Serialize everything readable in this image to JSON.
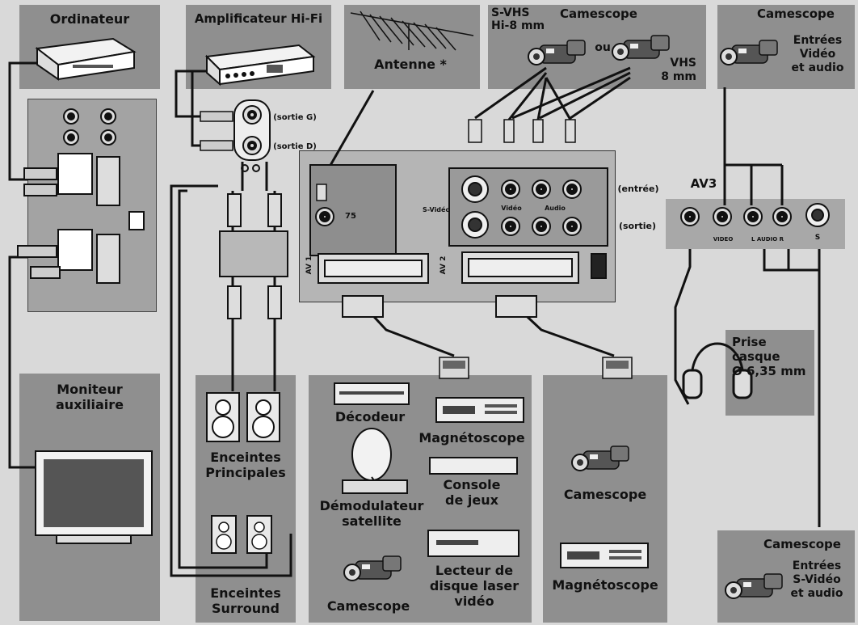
{
  "sections": {
    "ordinateur": "Ordinateur",
    "amplificateur": "Amplificateur Hi-Fi",
    "antenne": "Antenne *",
    "svhs": "S-VHS\nHi-8 mm",
    "camescope_top": "Camescope",
    "ou": "ou",
    "vhs": "VHS\n8 mm",
    "camescope_right": "Camescope",
    "entrees_video_audio": "Entrées\nVidéo\net audio",
    "moniteur": "Moniteur\nauxiliaire",
    "enceintes_principales": "Enceintes\nPrincipales",
    "enceintes_surround": "Enceintes\nSurround",
    "decodeur": "Décodeur",
    "demodulateur": "Démodulateur\nsatellite",
    "camescope_mid": "Camescope",
    "magnetoscope_mid": "Magnétoscope",
    "console": "Console\nde jeux",
    "lecteur_laser": "Lecteur de\ndisque laser\nvidéo",
    "camescope_r2": "Camescope",
    "magnetoscope_r2": "Magnétoscope",
    "prise_casque": "Prise\ncasque\nØ 6,35 mm",
    "camescope_br": "Camescope",
    "entrees_svideo_audio": "Entrées\nS-Vidéo\net audio"
  },
  "tv_panel": {
    "sortie_g": "(sortie G)",
    "sortie_d": "(sortie D)",
    "entree": "(entrée)",
    "sortie": "(sortie)",
    "svideo": "S-Vidéo",
    "video": "Vidéo",
    "audio": "Audio",
    "ohm": "75",
    "av1": "AV 1",
    "av2": "AV 2",
    "av3": "AV3",
    "av3_video": "VIDEO",
    "av3_audio": "L AUDIO R",
    "av3_s": "S"
  }
}
